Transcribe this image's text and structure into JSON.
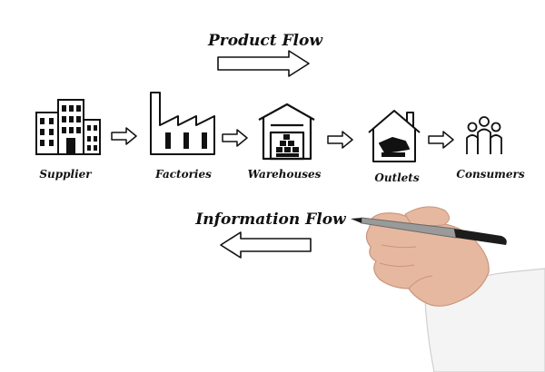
{
  "diagram": {
    "top_title": "Product Flow",
    "bottom_title": "Information Flow",
    "stages": [
      {
        "label": "Supplier",
        "icon": "office-building-icon"
      },
      {
        "label": "Factories",
        "icon": "factory-icon"
      },
      {
        "label": "Warehouses",
        "icon": "warehouse-icon"
      },
      {
        "label": "Outlets",
        "icon": "store-icon"
      },
      {
        "label": "Consumers",
        "icon": "people-icon"
      }
    ],
    "product_flow_direction": "right",
    "information_flow_direction": "left"
  },
  "colors": {
    "ink": "#111111",
    "pen_body": "#9a9a9a",
    "pen_cap": "#1c1c1c",
    "skin": "#e6b8a0",
    "cuff": "#f4f4f4"
  }
}
